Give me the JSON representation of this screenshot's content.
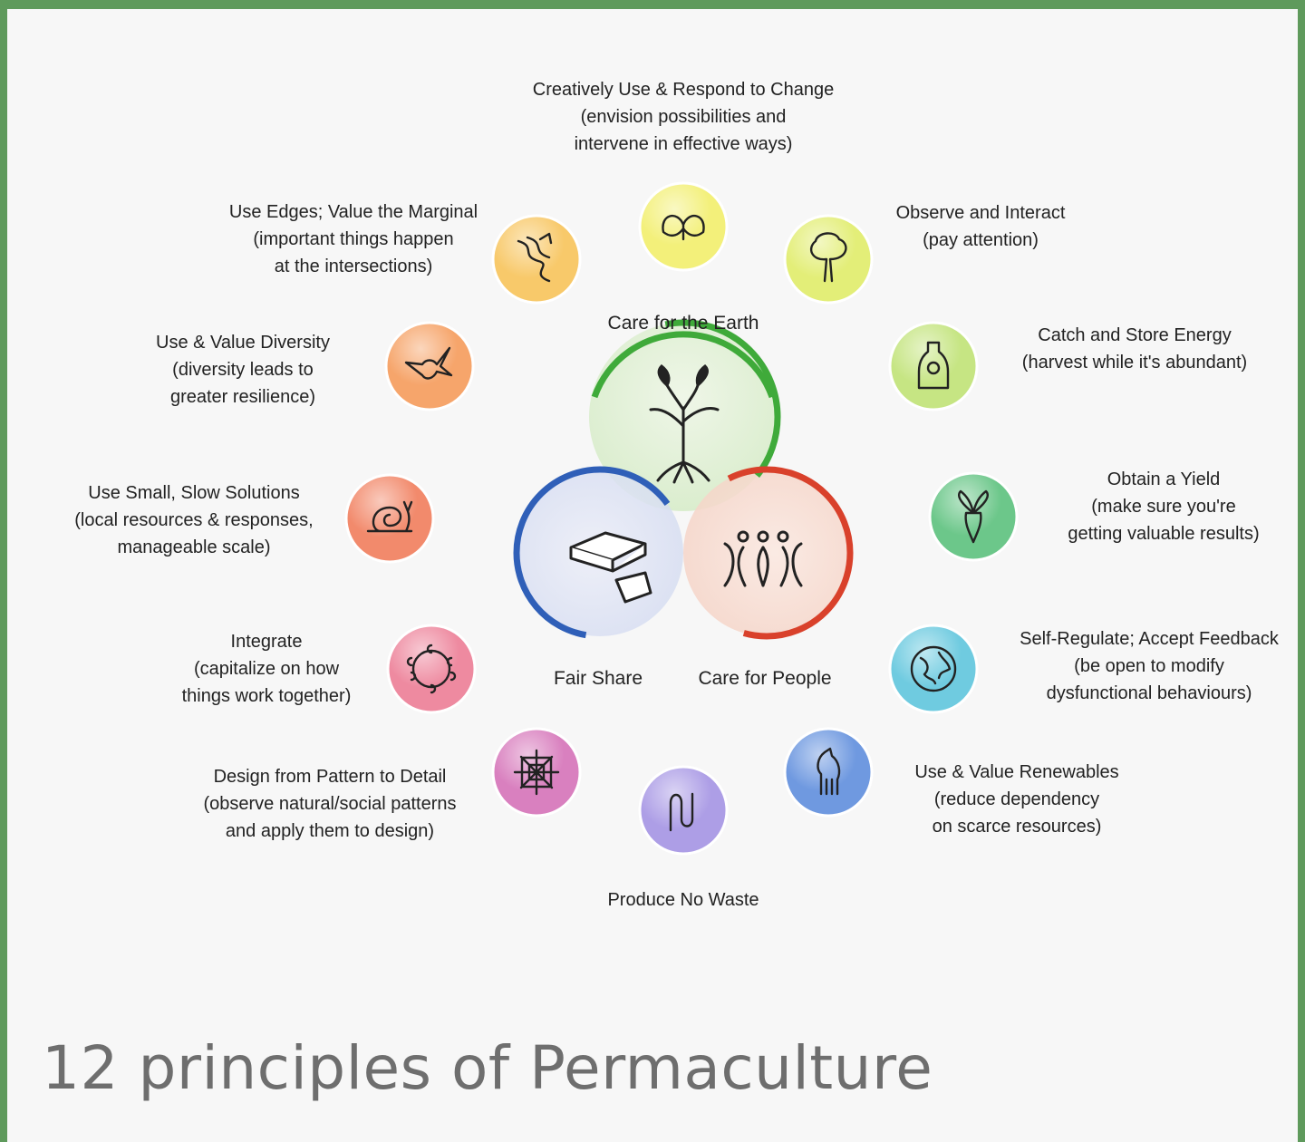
{
  "title": "12 principles of Permaculture",
  "ethics": {
    "earth": "Care for the Earth",
    "people": "Care for People",
    "fair": "Fair Share"
  },
  "principles": [
    {
      "lines": [
        "Creatively Use & Respond to Change",
        "(envision possibilities and",
        "intervene in effective ways)"
      ],
      "icon": "butterfly-icon",
      "color": "#f3f07a"
    },
    {
      "lines": [
        "Observe and Interact",
        "(pay attention)"
      ],
      "icon": "tree-icon",
      "color": "#e3ee78"
    },
    {
      "lines": [
        "Catch and Store Energy",
        "(harvest while it's abundant)"
      ],
      "icon": "jar-icon",
      "color": "#c6e583"
    },
    {
      "lines": [
        "Obtain a Yield",
        "(make sure you're",
        "getting valuable results)"
      ],
      "icon": "radish-icon",
      "color": "#6cc78a"
    },
    {
      "lines": [
        "Self-Regulate; Accept Feedback",
        "(be open to modify",
        "dysfunctional behaviours)"
      ],
      "icon": "globe-icon",
      "color": "#6fcbe0"
    },
    {
      "lines": [
        "Use & Value Renewables",
        "(reduce dependency",
        "on scarce resources)"
      ],
      "icon": "horse-icon",
      "color": "#6f99e0"
    },
    {
      "lines": [
        "Produce No Waste"
      ],
      "icon": "worm-icon",
      "color": "#ad9ee6"
    },
    {
      "lines": [
        "Design from Pattern to Detail",
        "(observe natural/social patterns",
        "and apply them to design)"
      ],
      "icon": "spiderweb-icon",
      "color": "#d980bf"
    },
    {
      "lines": [
        "Integrate",
        "(capitalize on how",
        "things work together)"
      ],
      "icon": "circle-of-people-icon",
      "color": "#ee8aa0"
    },
    {
      "lines": [
        "Use Small, Slow Solutions",
        "(local resources & responses,",
        "manageable scale)"
      ],
      "icon": "snail-icon",
      "color": "#f28a6c"
    },
    {
      "lines": [
        "Use & Value Diversity",
        "(diversity leads to",
        "greater resilience)"
      ],
      "icon": "hummingbird-icon",
      "color": "#f6a56b"
    },
    {
      "lines": [
        "Use Edges; Value the Marginal",
        "(important things happen",
        "at the intersections)"
      ],
      "icon": "stream-edges-icon",
      "color": "#f8c96a"
    }
  ],
  "colors": {
    "earth_ring": "#3faa3a",
    "people_ring": "#d9412b",
    "fair_ring": "#2f5fb8",
    "frame": "#5f9a5c"
  }
}
